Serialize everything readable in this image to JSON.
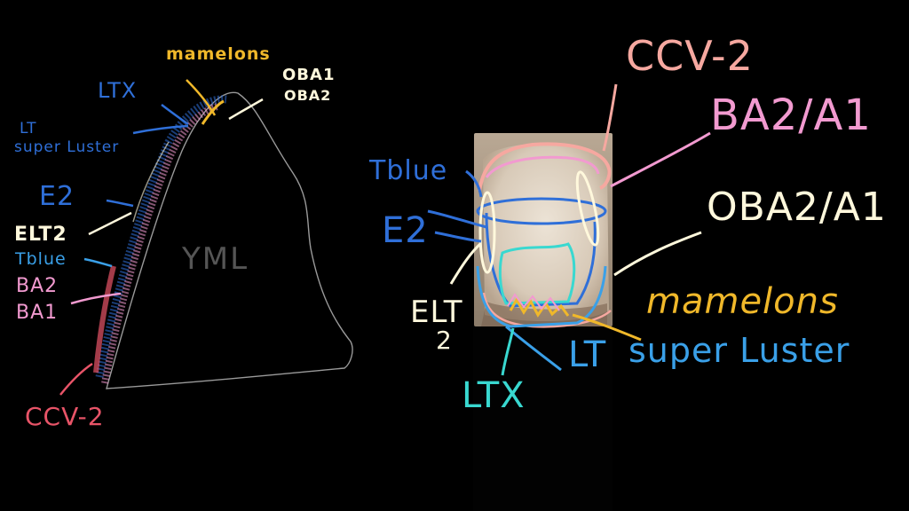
{
  "colors": {
    "background": "#000000",
    "blue": "#2f6fd8",
    "light_blue": "#3aa0e8",
    "yellow": "#f0b82a",
    "white": "#fff8dc",
    "pink": "#f29ad0",
    "salmon": "#f6a8a0",
    "red": "#e85468",
    "cyan": "#39d8d0",
    "outline_gray": "#9a9a9a"
  },
  "left_diagram": {
    "tooth_center_label": "YML",
    "labels": {
      "mamelons": "mamelons",
      "ltx": "LTX",
      "oba1": "OBA1",
      "oba2": "OBA2",
      "lt": "LT",
      "super_luster": "super Luster",
      "e2": "E2",
      "elt2": "ELT2",
      "tblue": "Tblue",
      "ba2": "BA2",
      "ba1": "BA1",
      "ccv2": "CCV-2"
    }
  },
  "right_diagram": {
    "labels": {
      "ccv2": "CCV-2",
      "ba2_a1": "BA2/A1",
      "tblue": "Tblue",
      "e2": "E2",
      "oba2_a1": "OBA2/A1",
      "elt": "ELT",
      "elt_2": "2",
      "mamelons": "mamelons",
      "lt": "LT",
      "super_luster": "super Luster",
      "ltx": "LTX"
    }
  }
}
